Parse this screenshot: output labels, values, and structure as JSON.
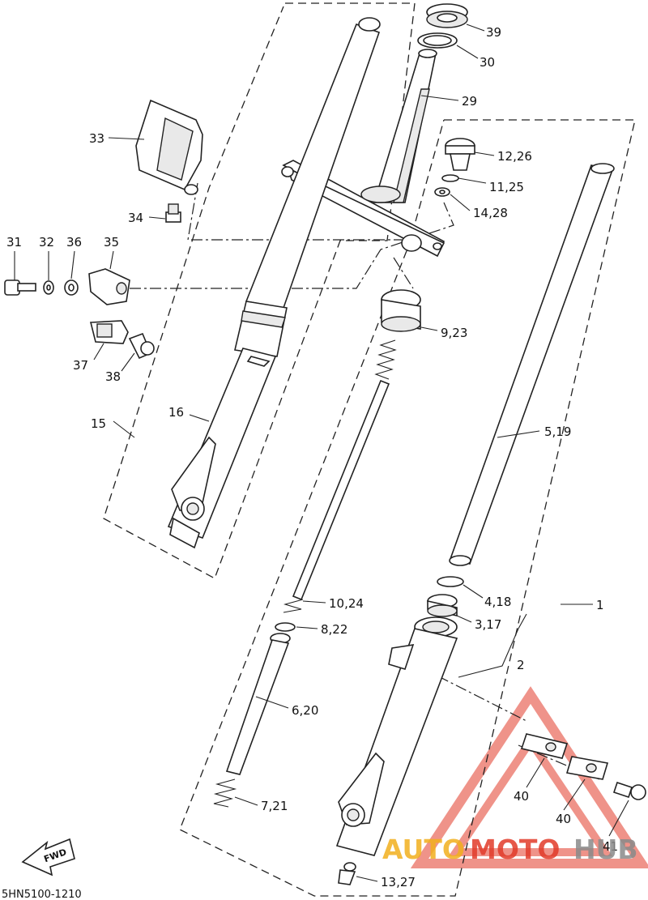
{
  "diagram": {
    "labels": {
      "p1": "1",
      "p2": "2",
      "p3_17": "3,17",
      "p4_18": "4,18",
      "p5_19": "5,19",
      "p6_20": "6,20",
      "p7_21": "7,21",
      "p8_22": "8,22",
      "p9_23": "9,23",
      "p10_24": "10,24",
      "p11_25": "11,25",
      "p12_26": "12,26",
      "p13_27": "13,27",
      "p14_28": "14,28",
      "p15": "15",
      "p16": "16",
      "p29": "29",
      "p30": "30",
      "p31": "31",
      "p32": "32",
      "p33": "33",
      "p34": "34",
      "p35": "35",
      "p36": "36",
      "p37": "37",
      "p38": "38",
      "p39": "39",
      "p40a": "40",
      "p40b": "40",
      "p41": "41"
    },
    "fwd_label": "FWD",
    "diagram_code": "5HN5100-1210"
  },
  "watermark": {
    "text_auto": "AUTO",
    "text_moto": "MOTO",
    "text_hub": "HUB",
    "color_primary": "#e23b2a",
    "color_accent": "#f2b01e",
    "color_dark": "#8a8a8a"
  }
}
